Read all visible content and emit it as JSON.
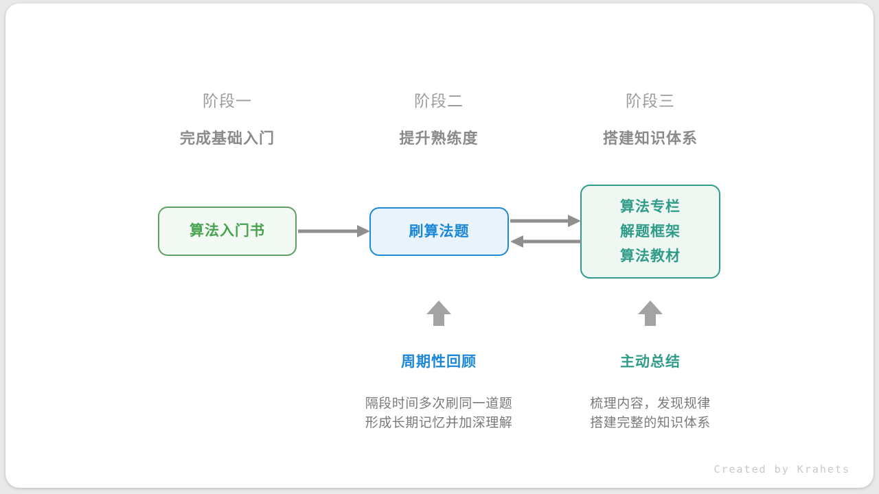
{
  "page": {
    "credit": "Created by Krahets"
  },
  "colors": {
    "card_bg": "#ffffff",
    "page_bg": "#e9e9e9",
    "stage_label": "#9c9c9c",
    "stage_subtitle": "#8a8a8a",
    "node1_border": "#5f9f63",
    "node1_text": "#47a24d",
    "node1_bg": "#f3f9f3",
    "node2_border": "#1e88d4",
    "node2_text": "#1b87d9",
    "node2_bg": "#e9f3fc",
    "node3_border": "#2e9c88",
    "node3_text": "#2f9c88",
    "node3_bg": "#eff7f3",
    "flow_arrow": "#8f8f8f",
    "up_arrow": "#a3a3a3",
    "desc_text": "#7a7a7a",
    "credit_text": "#c9c9c9"
  },
  "stages": [
    {
      "label": "阶段一",
      "subtitle": "完成基础入门"
    },
    {
      "label": "阶段二",
      "subtitle": "提升熟练度"
    },
    {
      "label": "阶段三",
      "subtitle": "搭建知识体系"
    }
  ],
  "nodes": [
    {
      "lines": [
        "算法入门书"
      ]
    },
    {
      "lines": [
        "刷算法题"
      ]
    },
    {
      "lines": [
        "算法专栏",
        "解题框架",
        "算法教材"
      ]
    }
  ],
  "annotations": [
    {
      "title": "周期性回顾",
      "desc": [
        "隔段时间多次刷同一道题",
        "形成长期记忆并加深理解"
      ]
    },
    {
      "title": "主动总结",
      "desc": [
        "梳理内容，发现规律",
        "搭建完整的知识体系"
      ]
    }
  ]
}
